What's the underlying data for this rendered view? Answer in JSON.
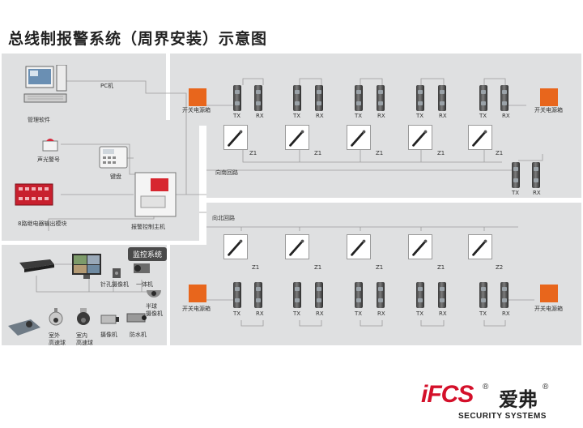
{
  "title": "总线制报警系统（周界安装）示意图",
  "left": {
    "pc_label": "PC机",
    "mgmt_software": "管理软件",
    "siren": "声光警号",
    "keypad": "键盘",
    "relay_module": "8路继电器输出模块",
    "controller": "报警控制主机"
  },
  "monitor": {
    "title": "监控系统",
    "pinhole": "针孔摄像机",
    "integrated": "一体机",
    "hemisphere": "半球\n摄像机",
    "outdoor_dome": "室外\n高速球",
    "indoor_dome": "室内\n高速球",
    "camera": "摄像机",
    "vandal": "防水机"
  },
  "south": {
    "loop": "向南回路",
    "power_box": "开关电源箱",
    "tx": "TX",
    "rx": "RX",
    "zones": [
      "Z1",
      "Z1",
      "Z1",
      "Z1",
      "Z1"
    ]
  },
  "north": {
    "loop": "向北回路",
    "power_box": "开关电源箱",
    "tx": "TX",
    "rx": "RX",
    "zones": [
      "Z1",
      "Z1",
      "Z1",
      "Z1",
      "Z2"
    ]
  },
  "brand": {
    "name_latin": "iFCS",
    "name_cn": "爱弗",
    "reg": "®",
    "tagline": "SECURITY SYSTEMS"
  },
  "colors": {
    "panel": "#dfe0e1",
    "power_box": "#e8661c",
    "brand_red": "#d4102a"
  }
}
